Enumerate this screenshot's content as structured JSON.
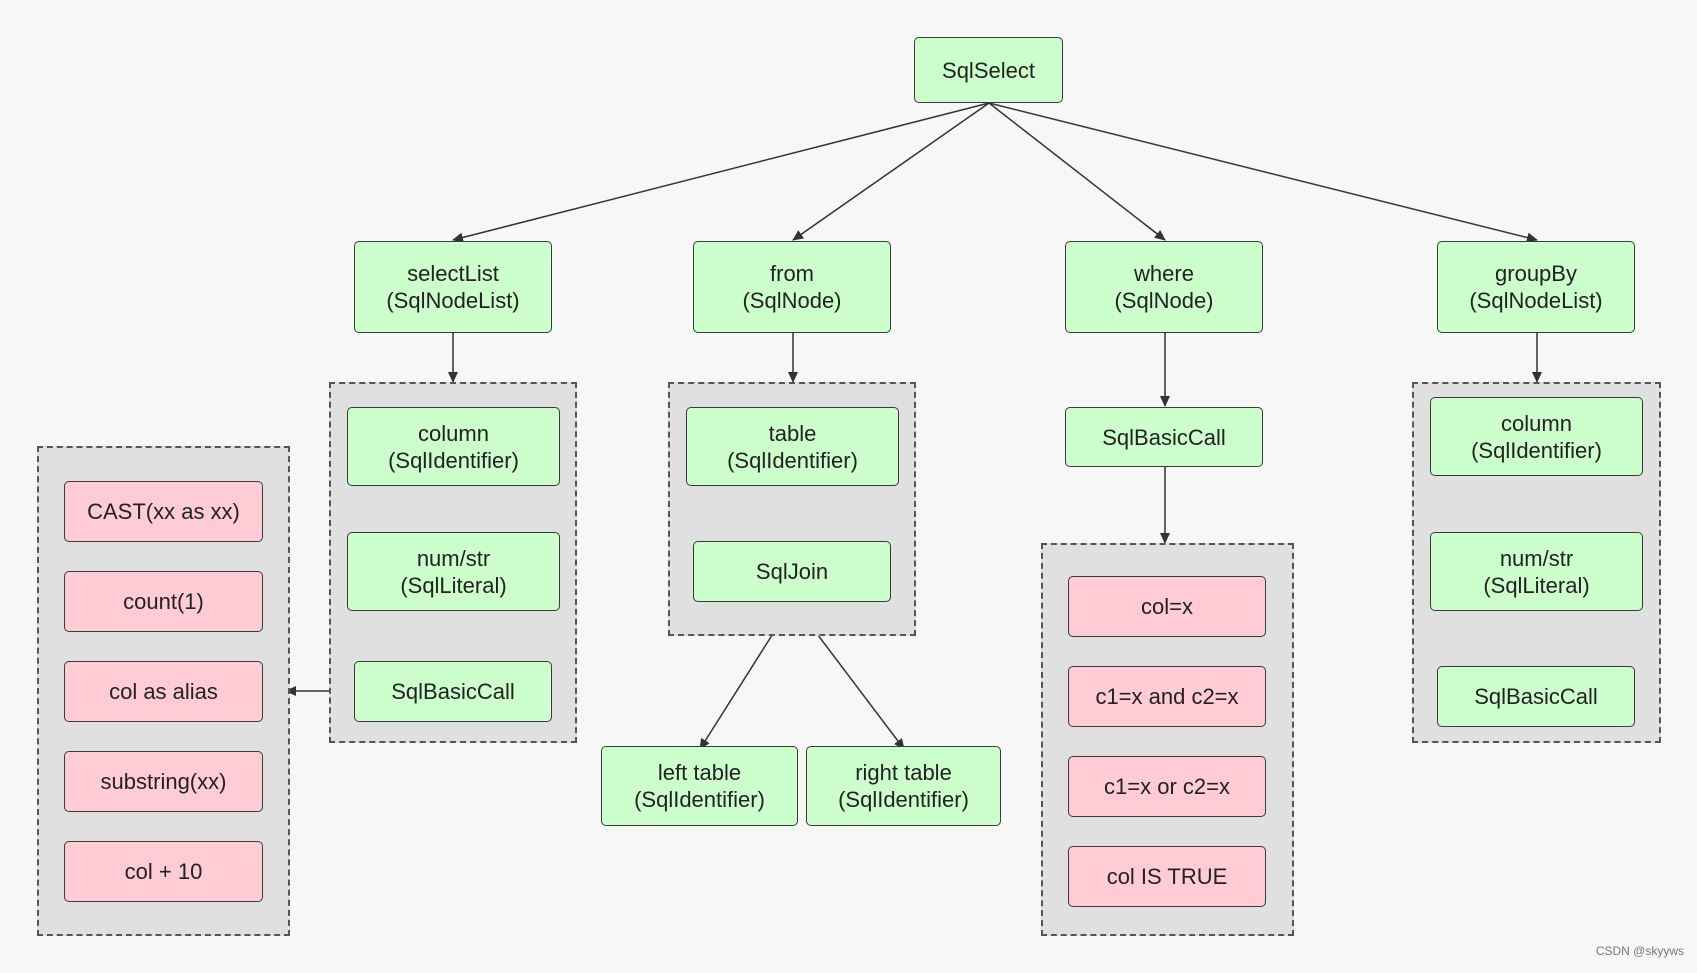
{
  "nodes": {
    "sqlselect": {
      "lines": [
        "SqlSelect"
      ]
    },
    "selectlist": {
      "lines": [
        "selectList",
        "(SqlNodeList)"
      ]
    },
    "from": {
      "lines": [
        "from",
        "(SqlNode)"
      ]
    },
    "where": {
      "lines": [
        "where",
        "(SqlNode)"
      ]
    },
    "groupby": {
      "lines": [
        "groupBy",
        "(SqlNodeList)"
      ]
    },
    "sl_column": {
      "lines": [
        "column",
        "(SqlIdentifier)"
      ]
    },
    "sl_literal": {
      "lines": [
        "num/str",
        "(SqlLiteral)"
      ]
    },
    "sl_basiccall": {
      "lines": [
        "SqlBasicCall"
      ]
    },
    "f_table": {
      "lines": [
        "table",
        "(SqlIdentifier)"
      ]
    },
    "f_join": {
      "lines": [
        "SqlJoin"
      ]
    },
    "left_table": {
      "lines": [
        "left table",
        "(SqlIdentifier)"
      ]
    },
    "right_table": {
      "lines": [
        "right table",
        "(SqlIdentifier)"
      ]
    },
    "w_basiccall": {
      "lines": [
        "SqlBasicCall"
      ]
    },
    "w_c1": {
      "lines": [
        "col=x"
      ]
    },
    "w_c2": {
      "lines": [
        "c1=x and c2=x"
      ]
    },
    "w_c3": {
      "lines": [
        "c1=x or c2=x"
      ]
    },
    "w_c4": {
      "lines": [
        "col IS TRUE"
      ]
    },
    "g_column": {
      "lines": [
        "column",
        "(SqlIdentifier)"
      ]
    },
    "g_literal": {
      "lines": [
        "num/str",
        "(SqlLiteral)"
      ]
    },
    "g_basiccall": {
      "lines": [
        "SqlBasicCall"
      ]
    },
    "call_cast": {
      "lines": [
        "CAST(xx as xx)"
      ]
    },
    "call_count": {
      "lines": [
        "count(1)"
      ]
    },
    "call_alias": {
      "lines": [
        "col as alias"
      ]
    },
    "call_substring": {
      "lines": [
        "substring(xx)"
      ]
    },
    "call_plus": {
      "lines": [
        "col + 10"
      ]
    }
  },
  "colors": {
    "green_fill": "#ccffcc",
    "pink_fill": "#ffccd5",
    "group_fill": "#e0e0e0",
    "line": "#333333"
  },
  "watermark": "CSDN @skyyws"
}
